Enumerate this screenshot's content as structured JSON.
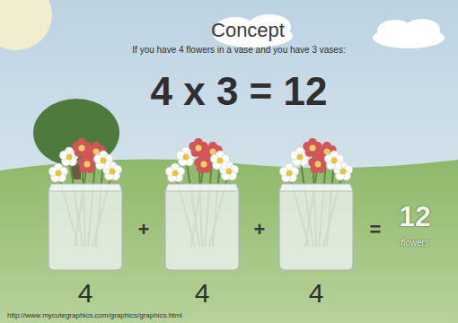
{
  "diagram": {
    "title": "Concept",
    "labels": [
      "If you have 4 flowers in a vase and you have 3 vases:",
      "4 x 3 = 12",
      "+",
      "+",
      "=",
      "12",
      "flowers",
      "4",
      "4",
      "4",
      "http://www.mycutegraphics.com/graphics/graphics.html"
    ]
  }
}
